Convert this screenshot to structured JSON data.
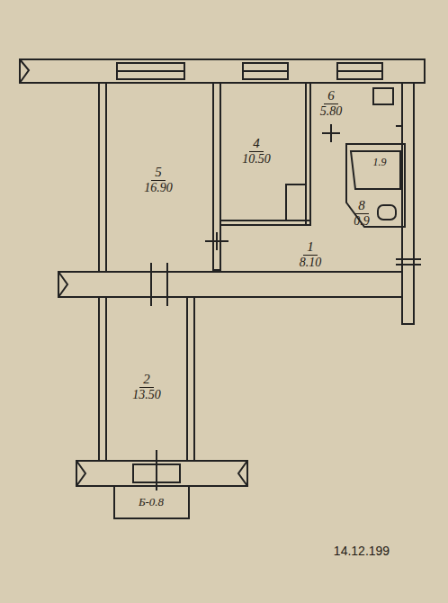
{
  "diagram": {
    "nodes": [
      {
        "text": [
          "5",
          "16.90"
        ]
      },
      {
        "text": [
          "4",
          "10.50"
        ]
      },
      {
        "text": [
          "6",
          "5.80"
        ]
      },
      {
        "text": [
          "8",
          "0.9"
        ]
      },
      {
        "text": [
          "1",
          "8.10"
        ]
      },
      {
        "text": [
          "2",
          "13.50"
        ]
      }
    ],
    "labels": [
      "1.9",
      "Б-0.8",
      "14.12.199"
    ]
  }
}
